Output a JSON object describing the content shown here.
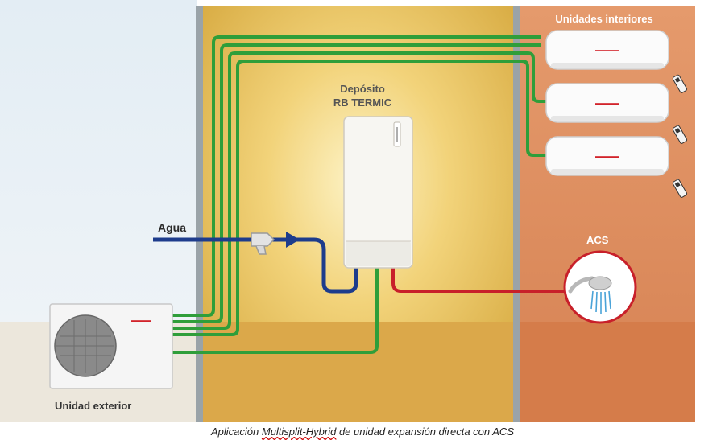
{
  "labels": {
    "tank_line1": "Depósito",
    "tank_line2": "RB TERMIC",
    "indoor_units": "Unidades interiores",
    "water": "Agua",
    "dhw": "ACS",
    "outdoor_unit": "Unidad exterior"
  },
  "caption": {
    "part1": "Aplicación ",
    "part2": "Multisplit-Hybrid",
    "part3": " de unidad expansión directa con ACS"
  },
  "colors": {
    "refrigerant_pipe": "#2f9e3a",
    "cold_water_pipe": "#1d3c8c",
    "hot_water_pipe": "#c8202a",
    "center_wall": "#e8c45a",
    "right_wall": "#d98a5c",
    "sky": "#dfe9f0"
  }
}
